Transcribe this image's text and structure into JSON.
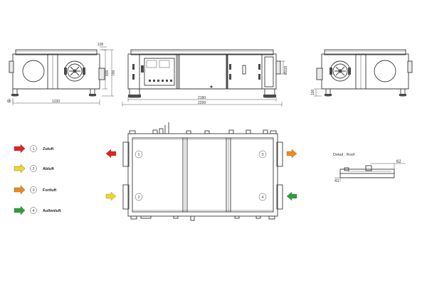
{
  "colors": {
    "red": "#e32222",
    "yellow": "#f2d622",
    "orange": "#ef8a1c",
    "green": "#2f9e3a"
  },
  "dimensions": {
    "left_width": "1230",
    "left_depth": "65",
    "left_top": "100",
    "left_h1": "600",
    "left_h2": "700",
    "front_inner": "2180",
    "front_total": "2299",
    "front_duct": "Ø315",
    "right_base": "100"
  },
  "legend": [
    {
      "num": "1",
      "label": "Zuluft",
      "color": "red",
      "icon": "arrow-right-icon"
    },
    {
      "num": "2",
      "label": "Abluft",
      "color": "yellow",
      "icon": "arrow-right-icon"
    },
    {
      "num": "3",
      "label": "Fortluft",
      "color": "orange",
      "icon": "arrow-right-icon"
    },
    {
      "num": "4",
      "label": "Außenluft",
      "color": "green",
      "icon": "arrow-right-icon"
    }
  ],
  "plan_ports": [
    "1",
    "2",
    "3",
    "4"
  ],
  "detail": {
    "title": "Detail : Roof",
    "dim_a": "62",
    "dim_b": "41"
  }
}
